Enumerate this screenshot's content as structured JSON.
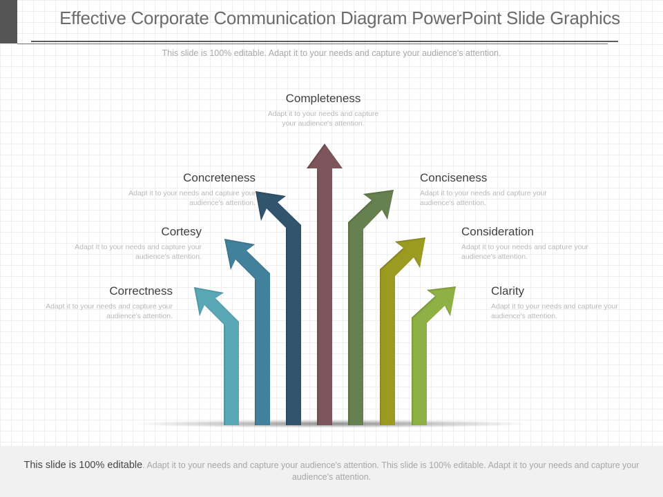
{
  "header": {
    "title": "Effective Corporate Communication Diagram PowerPoint Slide Graphics",
    "subtitle": "This slide is 100% editable. Adapt it to your needs and capture your audience's attention."
  },
  "diagram": {
    "type": "arrow-growth-diagram",
    "items": [
      {
        "title": "Correctness",
        "desc": "Adapt it to your needs and capture your audience's attention.",
        "color": "#5aa8b6",
        "direction": "up-left"
      },
      {
        "title": "Cortesy",
        "desc": "Adapt it to your needs and capture your audience's attention.",
        "color": "#43819c",
        "direction": "up-left"
      },
      {
        "title": "Concreteness",
        "desc": "Adapt it to your needs and capture your audience's attention.",
        "color": "#33546e",
        "direction": "up-left"
      },
      {
        "title": "Completeness",
        "desc": "Adapt it to your needs and capture your audience's attention.",
        "color": "#7d575b",
        "direction": "up"
      },
      {
        "title": "Conciseness",
        "desc": "Adapt it to your needs and capture your audience's attention.",
        "color": "#66804f",
        "direction": "up-right"
      },
      {
        "title": "Consideration",
        "desc": "Adapt it to your needs and capture your audience's attention.",
        "color": "#9b9b24",
        "direction": "up-right"
      },
      {
        "title": "Clarity",
        "desc": "Adapt it to your needs and capture your audience's attention.",
        "color": "#8fb044",
        "direction": "up-right"
      }
    ]
  },
  "footer": {
    "lead": "This slide is 100% editable",
    "text": ". Adapt it to your needs and capture your audience's attention. This slide is 100% editable. Adapt it to your needs and capture your audience's attention."
  }
}
